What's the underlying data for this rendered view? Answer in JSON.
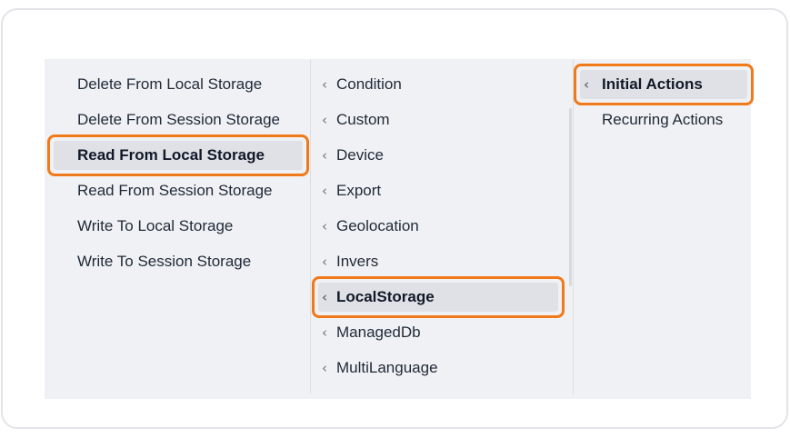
{
  "columns": {
    "storage_actions": [
      "Delete From Local Storage",
      "Delete From Session Storage",
      "Read From Local Storage",
      "Read From Session Storage",
      "Write To Local Storage",
      "Write To Session Storage"
    ],
    "categories": [
      "Condition",
      "Custom",
      "Device",
      "Export",
      "Geolocation",
      "Invers",
      "LocalStorage",
      "ManagedDb",
      "MultiLanguage"
    ],
    "action_groups": [
      "Initial Actions",
      "Recurring Actions"
    ]
  },
  "selected": {
    "storage_action": "Read From Local Storage",
    "category": "LocalStorage",
    "action_group": "Initial Actions"
  },
  "icons": {
    "submenu_indicator": "chevron-left-icon"
  },
  "colors": {
    "highlight_outline": "#f07a1a",
    "selected_background": "#dfe1e6",
    "menu_background": "#f0f1f4"
  }
}
